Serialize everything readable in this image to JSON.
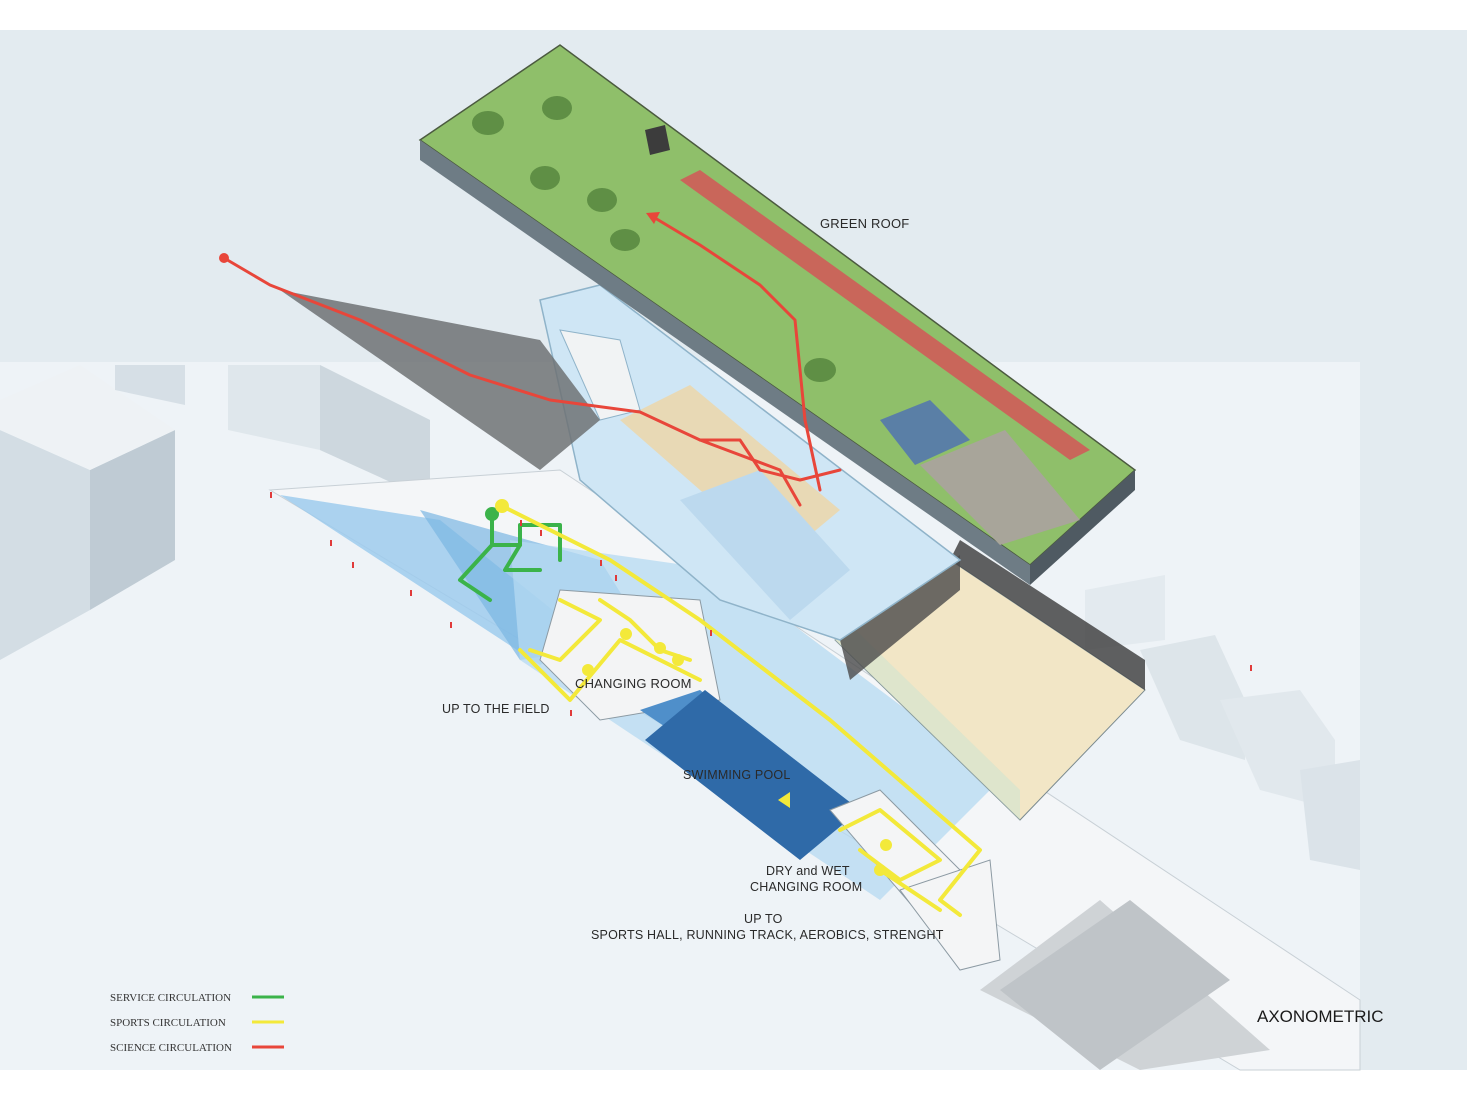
{
  "labels": {
    "green_roof": "GREEN ROOF",
    "changing_room": "CHANGING ROOM",
    "up_to_field": "UP TO THE FIELD",
    "swimming_pool": "SWIMMING POOL",
    "dry_wet_1": "DRY and WET",
    "dry_wet_2": "CHANGING ROOM",
    "up_to_1": "UP TO",
    "up_to_2": "SPORTS HALL, RUNNING TRACK, AEROBICS, STRENGHT",
    "axonometric": "AXONOMETRIC"
  },
  "legend": [
    {
      "label": "SERVICE CIRCULATION",
      "color": "#3bb34a"
    },
    {
      "label": "SPORTS CIRCULATION",
      "color": "#f3e93a"
    },
    {
      "label": "SCIENCE CIRCULATION",
      "color": "#e8463a"
    }
  ],
  "colors": {
    "sky": "#e3ebf0",
    "ground": "#eef3f7",
    "roof_grass": "#8fbf6a",
    "track": "#c9665a",
    "glass": "#a9d6ef",
    "pool": "#2f73b3",
    "service": "#3bb34a",
    "sports": "#f3e93a",
    "science": "#e8463a"
  }
}
